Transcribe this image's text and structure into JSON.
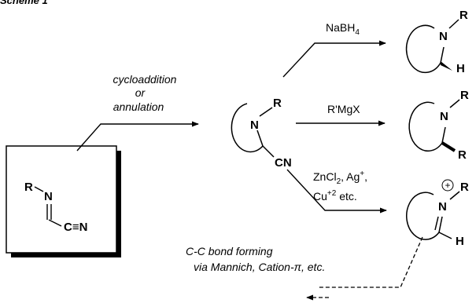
{
  "scheme_title": "Scheme 1",
  "start_box": {
    "r_label": "R",
    "n_label": "N",
    "cn_label": "C≡N"
  },
  "left_arrow": {
    "line1": "cycloaddition",
    "line2": "or",
    "line3": "annulation"
  },
  "center_molecule": {
    "n_label": "N",
    "r_label": "R",
    "cn_label": "CN"
  },
  "reactions": [
    {
      "reagent": "NaBH",
      "reagent_sub": "4"
    },
    {
      "reagent": "R'MgX"
    },
    {
      "reagent_line1_a": "ZnCl",
      "reagent_line1_sub": "2",
      "reagent_line1_b": ", Ag",
      "reagent_line1_sup": "+",
      "reagent_line1_c": ",",
      "reagent_line2_a": "Cu",
      "reagent_line2_sup": "+2",
      "reagent_line2_b": " etc."
    }
  ],
  "products": [
    {
      "n_label": "N",
      "r_label": "R",
      "sub_label": "H"
    },
    {
      "n_label": "N",
      "r_label": "R",
      "sub_label": "R"
    },
    {
      "n_label": "N",
      "r_label": "R",
      "sub_label": "H",
      "charge": "+"
    }
  ],
  "note": {
    "line1": "C-C bond forming",
    "line2": "via  Mannich, Cation-π,  etc."
  }
}
